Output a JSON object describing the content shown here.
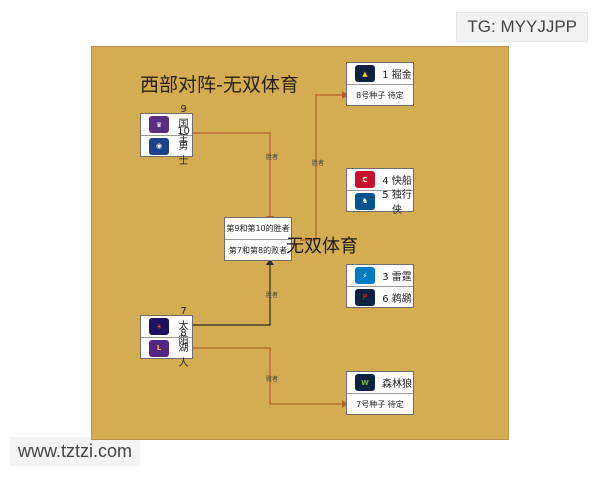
{
  "watermarks": {
    "tg": "TG: MYYJJPP",
    "site": "www.tztzi.com"
  },
  "title": "西部对阵-无双体育",
  "center_overlay": "无双体育",
  "center_card": {
    "row1": "第9和第10的胜者",
    "row2": "第7和第8的败者"
  },
  "cards": {
    "kings_warriors": {
      "row1": "9 国王",
      "row2": "10勇士"
    },
    "suns_lakers": {
      "row1": "7 太阳",
      "row2": "8 湖人"
    },
    "nuggets": {
      "row1": "1 掘金",
      "row2": "8号种子 待定"
    },
    "clippers_mavs": {
      "row1": "4 快船",
      "row2": "5 独行侠"
    },
    "thunder_pelicans": {
      "row1": "3 雷霆",
      "row2": "6 鹈鹕"
    },
    "wolves": {
      "row1": "森林狼",
      "row2": "7号种子 待定"
    }
  },
  "line_labels": {
    "winner": "胜者",
    "loser": "败者"
  },
  "logos": {
    "kings": "crown-logo-icon",
    "warriors": "bridge-logo-icon",
    "suns": "sun-logo-icon",
    "lakers": "lakers-logo-icon",
    "nuggets": "mountain-logo-icon",
    "clippers": "clippers-logo-icon",
    "mavs": "horse-logo-icon",
    "thunder": "thunder-logo-icon",
    "pelicans": "pelican-logo-icon",
    "wolves": "wolf-logo-icon"
  },
  "colors": {
    "board": "#d4ad52",
    "line_brown": "#b5602b",
    "line_dark": "#2a2a2a"
  }
}
